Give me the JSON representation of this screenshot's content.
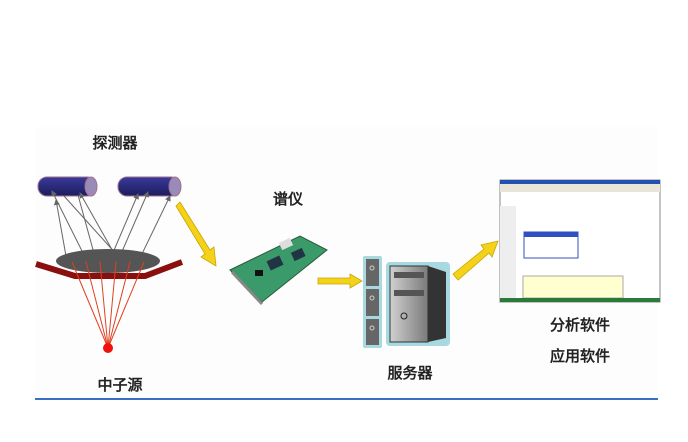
{
  "labels": {
    "detector": "探测器",
    "neutron_source": "中子源",
    "spectrometer": "谱仪",
    "server": "服务器",
    "analysis_software": "分析软件",
    "application_software": "应用软件"
  },
  "colors": {
    "detector": "#2a2a7a",
    "arrow": "#f5d21a",
    "neutron_ray": "#e04020",
    "reflector": "#8a1010",
    "accent_line": "#3a6fc4"
  }
}
